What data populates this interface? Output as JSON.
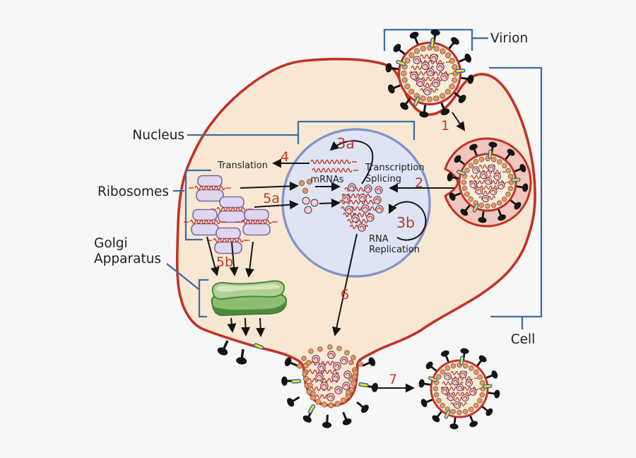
{
  "figure": {
    "type": "biology-diagram",
    "subject": "Virus replication cycle in a host cell"
  },
  "labels": {
    "virion": "Virion",
    "nucleus": "Nucleus",
    "ribosomes": "Ribosomes",
    "golgi_line1": "Golgi",
    "golgi_line2": "Apparatus",
    "cell": "Cell"
  },
  "annotations": {
    "translation": "Translation",
    "mrnas": "mRNAs",
    "transcription": "Transcription",
    "splicing": "Splicing",
    "rna1": "RNA",
    "rna2": "Replication"
  },
  "steps": {
    "s1": "1",
    "s2": "2",
    "s3a": "3a",
    "s3b": "3b",
    "s4": "4",
    "s5a": "5a",
    "s5b": "5b",
    "s6": "6",
    "s7": "7"
  },
  "colors": {
    "background": "#f7f7f7",
    "cell_fill": "#f8e8d3",
    "cell_membrane": "#c23126",
    "nucleus_fill": "#dee4f3",
    "nucleus_border": "#8294c9",
    "bracket_blue": "#3a6ea5",
    "step_number_red": "#c0392b",
    "rna_red": "#c43a2e",
    "capsid_bead_fill": "#df9a72",
    "capsid_bead_outline": "#a05a32",
    "nucleoprotein_pink": "#f7ccd7",
    "spike_black": "#141414",
    "ion_channel_yellow": "#f2e11e",
    "ion_channel_outline": "#2f6bb0",
    "golgi_light_green": "#b6d59b",
    "golgi_dark_green": "#4e8a3b",
    "ribosome_fill": "#ded7ee",
    "ribosome_outline": "#7a68a8",
    "text_dark": "#1f1f1f"
  }
}
